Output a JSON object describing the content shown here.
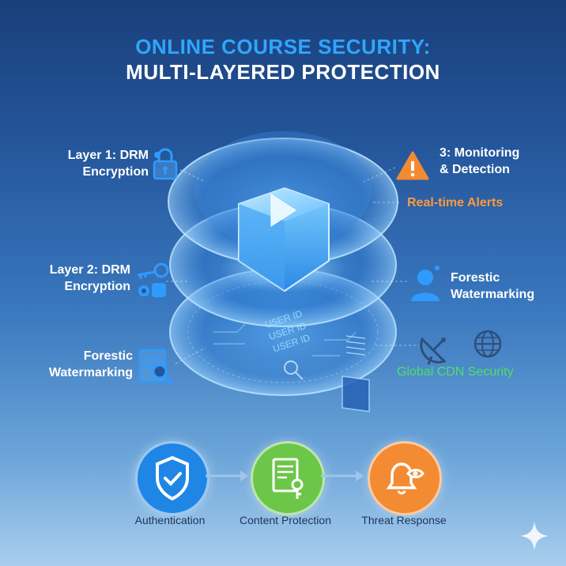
{
  "title": {
    "line1": "ONLINE COURSE SECURITY:",
    "line2": "MULTI-LAYERED PROTECTION"
  },
  "layers": {
    "layer1": {
      "line1": "Layer 1: DRM",
      "line2": "Encryption",
      "icon": "padlock-icon"
    },
    "layer2": {
      "line1": "Layer 2: DRM",
      "line2": "Encryption",
      "icon": "key-icon"
    },
    "monitoring": {
      "line1": "3: Monitoring",
      "line2": "& Detection",
      "icon": "warning-icon"
    },
    "alerts": {
      "text": "Real-time Alerts"
    },
    "watermark_right": {
      "line1": "Forestic",
      "line2": "Watermarking",
      "icon": "user-icon"
    },
    "watermark_left": {
      "line1": "Forestic",
      "line2": "Watermarking",
      "icon": "document-search-icon"
    },
    "cdn": {
      "text": "Global CDN Security",
      "icons": [
        "satellite-dish-icon",
        "globe-icon"
      ]
    }
  },
  "core": {
    "icon": "play-icon",
    "watermark_text": [
      "USER ID",
      "USER ID",
      "USER ID"
    ]
  },
  "flow": {
    "steps": [
      {
        "label": "Authentication",
        "icon": "shield-check-icon",
        "color": "#1f86e6"
      },
      {
        "label": "Content Protection",
        "icon": "document-key-icon",
        "color": "#6cc648"
      },
      {
        "label": "Threat Response",
        "icon": "bell-eye-icon",
        "color": "#f38b33"
      }
    ]
  },
  "colors": {
    "title_accent": "#2fa6ff",
    "alert": "#ff9a3c",
    "cdn": "#4ce06a"
  }
}
